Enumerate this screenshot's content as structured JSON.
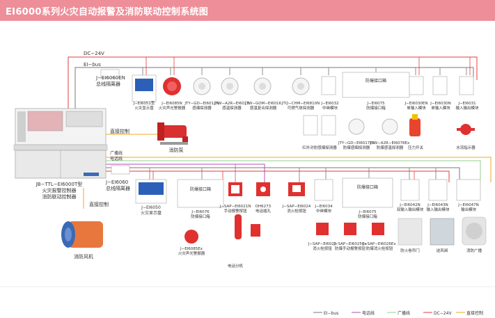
{
  "title": "EI6000系列火灾自动报警及消防联动控制系统图",
  "bus_labels": {
    "dc24v": "DC−24V",
    "eibus": "EI−bus",
    "broadcast": "广播线",
    "phone": "电话线"
  },
  "top_devices": [
    {
      "model": "J−EI6051型",
      "name": "火灾显示盘"
    },
    {
      "model": "J−EI6085N",
      "name": "火灾声光警报器"
    },
    {
      "model": "JTY−GD−EI6012N",
      "name": "感烟探测器"
    },
    {
      "model": "JTW−A2R−EI6013",
      "name": "感温探测器"
    },
    {
      "model": "JTW−GOM−EI6016",
      "name": "感温复合探测器"
    },
    {
      "model": "JTQ−CHM−EI6810N",
      "name": "可燃气体探测器"
    },
    {
      "model": "J−EI6032",
      "name": "中继模块"
    },
    {
      "model": "J−EI6075",
      "name": "防爆接口箱"
    },
    {
      "model": "J−EI6030EN",
      "name": "单输入模块"
    },
    {
      "model": "J−EI6030N",
      "name": "单输入模块"
    },
    {
      "model": "J−EI6031",
      "name": "输入输出模块"
    }
  ],
  "top_sub": [
    {
      "model": "",
      "name": "红外对射感烟探测器"
    },
    {
      "model": "JTY−GD−EI6017Ex",
      "name": "防爆感烟探测器"
    },
    {
      "model": "JTW−A2R−EI6078Ex",
      "name": "防爆感温探测器"
    },
    {
      "model": "",
      "name": "压力开关"
    },
    {
      "model": "",
      "name": "水流指示器"
    }
  ],
  "panel": {
    "model": "JB−TTL−EI6000T型",
    "line2": "火灾报警控制器",
    "line3": "消防联动控制器"
  },
  "isolator_top": {
    "model": "J−EI6060EN",
    "name": "总线隔离器"
  },
  "isolator_bottom": {
    "model": "J−EI6060",
    "name": "总线隔离器"
  },
  "direct_control_1": "直接控制",
  "direct_control_2": "直接控制",
  "pump": "消防泵",
  "fan": "消防风机",
  "bottom_devices": [
    {
      "model": "J−EI6050",
      "name": "火灾显示盘"
    },
    {
      "model": "J−EI6076",
      "name": "防爆接口箱"
    },
    {
      "model": "J−SAP−EI6021N",
      "name": "手动报警按钮"
    },
    {
      "model": "DH6273",
      "name": "电话插孔"
    },
    {
      "model": "J−SAP−EI6024",
      "name": "消火栓按钮"
    },
    {
      "model": "J−EI6034",
      "name": "中继模块"
    },
    {
      "model": "J−EI6075",
      "name": "防爆接口箱"
    },
    {
      "model": "J−EI6042N",
      "name": "双输入输出模块"
    },
    {
      "model": "J−EI6043N",
      "name": "输入输出模块"
    },
    {
      "model": "J−EI6047N",
      "name": "输出模块"
    }
  ],
  "bottom_sub": [
    {
      "model": "J−EI6085Ex",
      "name": "火灾声光警报器"
    },
    {
      "model": "",
      "name": "电话分机"
    },
    {
      "model": "J−SAP−EI6023",
      "name": "消火栓按钮"
    },
    {
      "model": "J−SAP−EI6025Ex",
      "name": "防爆手动报警按钮"
    },
    {
      "model": "J−SAP−EI6026Ex",
      "name": "防爆消火栓按钮"
    },
    {
      "model": "",
      "name": "防火卷帘门"
    },
    {
      "model": "",
      "name": "送风阀"
    },
    {
      "model": "",
      "name": "消防广播"
    }
  ],
  "box_inner_label": "防爆接口箱",
  "legend": [
    {
      "label": "EI−bus",
      "color": "#777777"
    },
    {
      "label": "电话线",
      "color": "#b44fb4"
    },
    {
      "label": "广播线",
      "color": "#8fd18f"
    },
    {
      "label": "DC−24V",
      "color": "#e63b3b"
    },
    {
      "label": "直接控制",
      "color": "#f5a623"
    }
  ]
}
